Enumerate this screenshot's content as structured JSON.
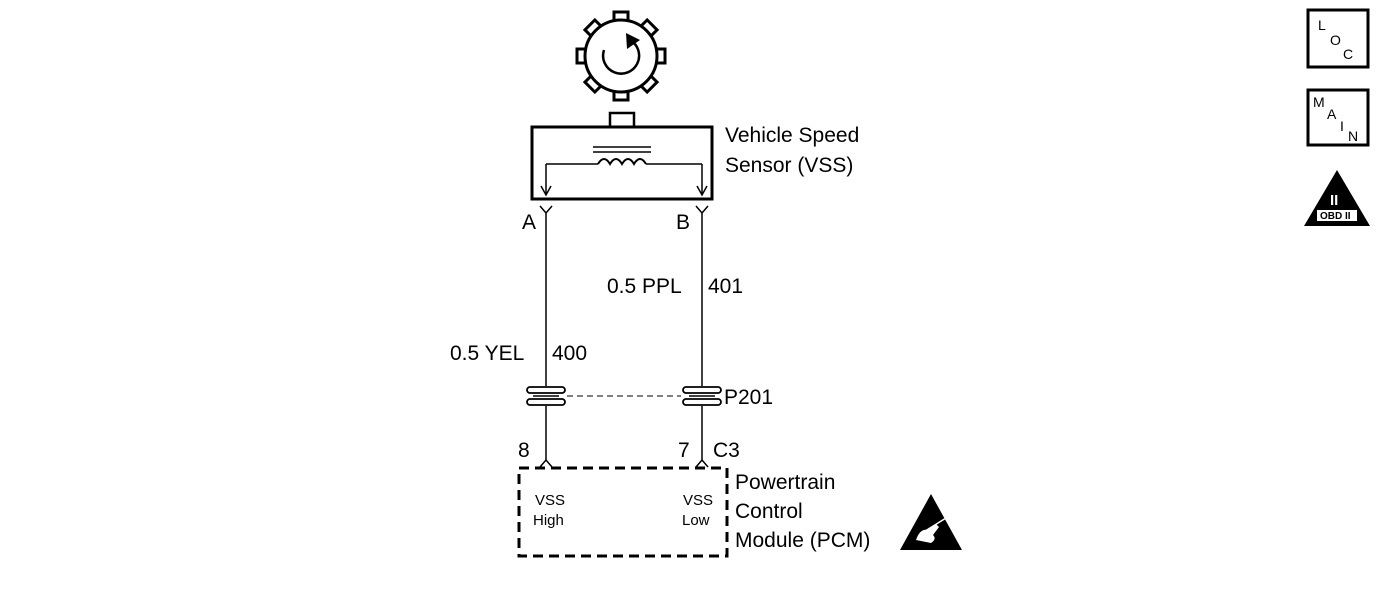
{
  "sensor": {
    "name_line1": "Vehicle Speed",
    "name_line2": "Sensor (VSS)",
    "terminal_a": "A",
    "terminal_b": "B"
  },
  "wires": {
    "left": {
      "gauge_color": "0.5 YEL",
      "circuit": "400"
    },
    "right": {
      "gauge_color": "0.5 PPL",
      "circuit": "401"
    }
  },
  "connector": {
    "name": "P201"
  },
  "pcm_connector": {
    "pin_left": "8",
    "pin_right": "7",
    "name": "C3"
  },
  "pcm": {
    "name_line1": "Powertrain",
    "name_line2": "Control",
    "name_line3": "Module (PCM)",
    "input_high_line1": "VSS",
    "input_high_line2": "High",
    "input_low_line1": "VSS",
    "input_low_line2": "Low"
  },
  "nav": {
    "loc": [
      "L",
      "O",
      "C"
    ],
    "main": [
      "M",
      "A",
      "I",
      "N"
    ],
    "obd_numeral": "II",
    "obd_label": "OBD II"
  }
}
